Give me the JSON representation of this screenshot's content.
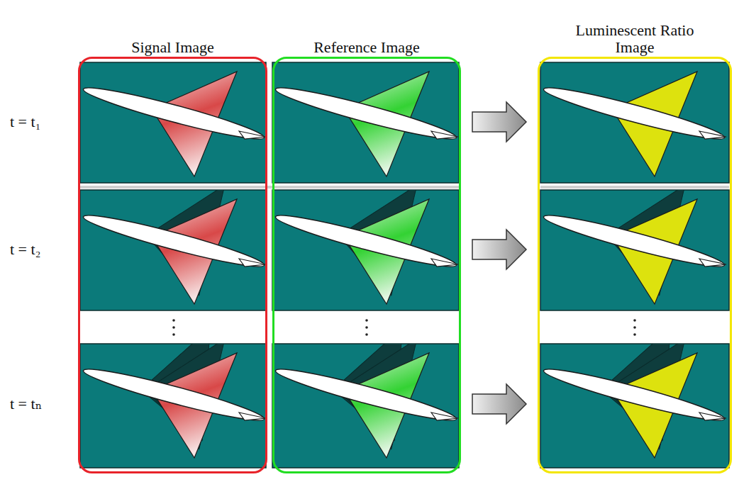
{
  "diagram": {
    "nodes": [
      {
        "text": [
          "Signal Image"
        ]
      },
      {
        "text": [
          "Reference Image"
        ]
      },
      {
        "text": [
          "Luminescent Ratio Image"
        ]
      }
    ],
    "edges": [
      {
        "from": 1,
        "to": 2,
        "arrow": "to"
      },
      {
        "from": 1,
        "to": 2,
        "arrow": "to"
      },
      {
        "from": 1,
        "to": 2,
        "arrow": "to"
      }
    ],
    "labels": [
      "t = t₁",
      "t = t₂",
      "t = tₙ"
    ]
  }
}
